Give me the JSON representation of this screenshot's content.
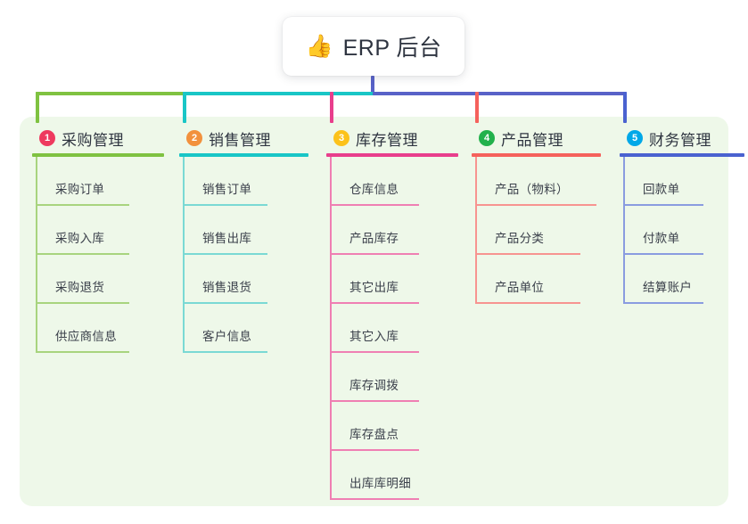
{
  "root": {
    "emoji": "👍",
    "emoji_name": "thumbs-up-icon",
    "title": "ERP 后台"
  },
  "colors": {
    "panel_background": "#eef8e9",
    "root_connector": "#5862c8",
    "page_background": "#ffffff",
    "title_text": "#2e3440",
    "node_text": "#3a3f4a"
  },
  "columns": [
    {
      "index": "1",
      "title": "采购管理",
      "badge_color": "#ee3a5e",
      "line_color": "#7fc241",
      "spine_color": "#a8d47e",
      "items": [
        {
          "label": "采购订单"
        },
        {
          "label": "采购入库"
        },
        {
          "label": "采购退货"
        },
        {
          "label": "供应商信息"
        }
      ]
    },
    {
      "index": "2",
      "title": "销售管理",
      "badge_color": "#f2913d",
      "line_color": "#19c6c6",
      "spine_color": "#7ad9d4",
      "items": [
        {
          "label": "销售订单"
        },
        {
          "label": "销售出库"
        },
        {
          "label": "销售退货"
        },
        {
          "label": "客户信息"
        }
      ]
    },
    {
      "index": "3",
      "title": "库存管理",
      "badge_color": "#fcc21b",
      "line_color": "#e83e8c",
      "spine_color": "#ef7fb3",
      "items": [
        {
          "label": "仓库信息"
        },
        {
          "label": "产品库存"
        },
        {
          "label": "其它出库"
        },
        {
          "label": "其它入库"
        },
        {
          "label": "库存调拨"
        },
        {
          "label": "库存盘点"
        },
        {
          "label": "出库库明细"
        }
      ]
    },
    {
      "index": "4",
      "title": "产品管理",
      "badge_color": "#22b14c",
      "line_color": "#f5615c",
      "spine_color": "#f79490",
      "items": [
        {
          "label": "产品（物料）"
        },
        {
          "label": "产品分类"
        },
        {
          "label": "产品单位"
        }
      ]
    },
    {
      "index": "5",
      "title": "财务管理",
      "badge_color": "#00a8e8",
      "line_color": "#4a62d0",
      "spine_color": "#8a9ce0",
      "items": [
        {
          "label": "回款单"
        },
        {
          "label": "付款单"
        },
        {
          "label": "结算账户"
        }
      ]
    }
  ]
}
